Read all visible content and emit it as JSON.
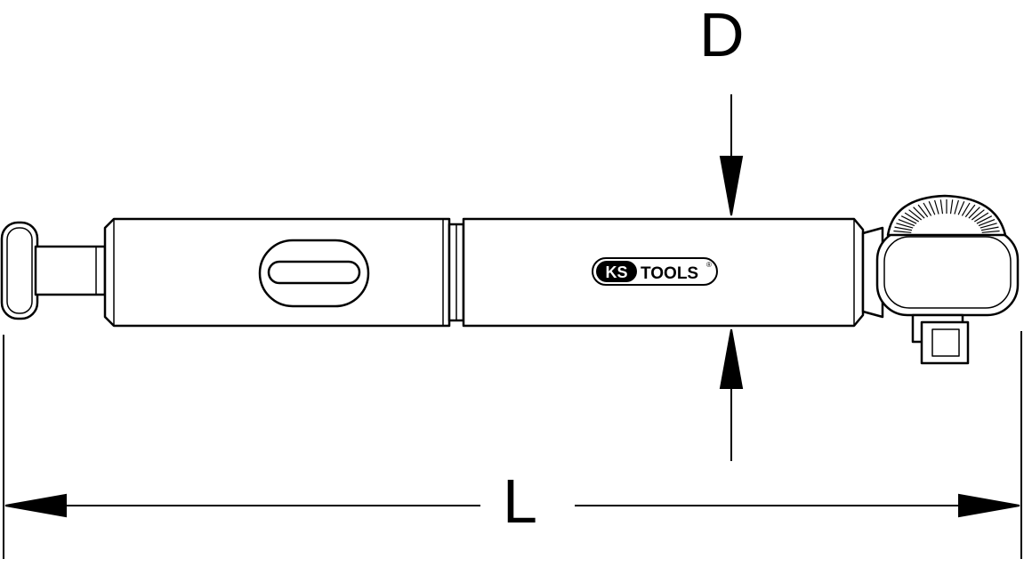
{
  "dimensions": {
    "diameter_label": "D",
    "length_label": "L"
  },
  "brand": {
    "logo_prefix": "KS",
    "logo_suffix": "TOOLS",
    "registered_mark": "®"
  },
  "colors": {
    "stroke": "#000000",
    "fill": "#ffffff"
  }
}
